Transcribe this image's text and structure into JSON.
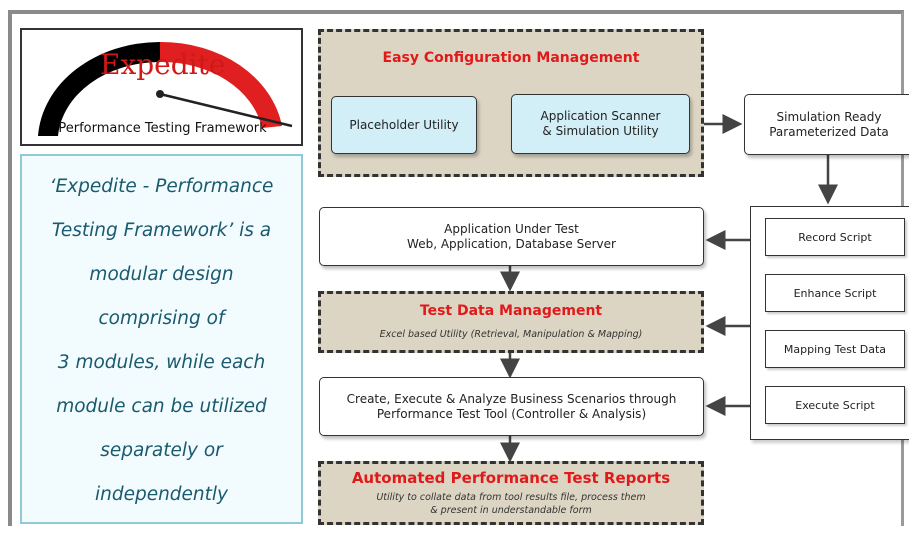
{
  "logo": {
    "name": "Expedite",
    "subtitle": "Performance Testing Framework",
    "colors": {
      "arc_black": "#000000",
      "arc_red": "#e02020",
      "text_red": "#d01818"
    }
  },
  "description": {
    "lines": [
      "‘Expedite - Performance",
      "Testing Framework’ is a",
      "modular design",
      "comprising of",
      "3 modules, while each",
      "module can be utilized",
      "separately or",
      "independently"
    ]
  },
  "config_management": {
    "title": "Easy Configuration Management",
    "placeholder": "Placeholder  Utility",
    "scanner_line1": "Application  Scanner",
    "scanner_line2": "& Simulation  Utility"
  },
  "simulation_data": {
    "line1": "Simulation  Ready",
    "line2": "Parameterized  Data"
  },
  "aut": {
    "line1": "Application  Under Test",
    "line2": "Web, Application,  Database Server"
  },
  "test_data_management": {
    "title": "Test Data Management",
    "subtitle": "Excel based Utility (Retrieval, Manipulation & Mapping)"
  },
  "execute_analyze": {
    "line1": "Create,  Execute  & Analyze  Business  Scenarios  through",
    "line2": "Performance  Test Tool (Controller  & Analysis)"
  },
  "reports": {
    "title": "Automated Performance Test  Reports",
    "line1": "Utility to collate data from tool results file, process  them",
    "line2": "& present  in understandable  form"
  },
  "script_steps": [
    "Record Script",
    "Enhance Script",
    "Mapping Test Data",
    "Execute Script"
  ]
}
